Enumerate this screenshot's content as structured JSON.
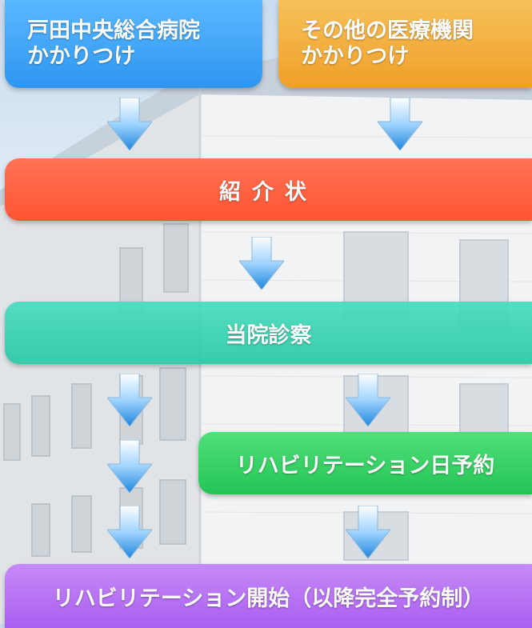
{
  "flow": {
    "toda": {
      "line1": "戸田中央総合病院",
      "line2": "かかりつけ",
      "color": "#2e96f0"
    },
    "other": {
      "line1": "その他の医療機関",
      "line2": "かかりつけ",
      "color": "#ef9f28"
    },
    "letter": {
      "label": "紹介状",
      "color": "#ff5433"
    },
    "exam": {
      "label": "当院診察",
      "color": "#28c8a5"
    },
    "booking": {
      "label": "リハビリテーション日予約",
      "color": "#25c455"
    },
    "start": {
      "label": "リハビリテーション開始（以降完全予約制）",
      "color": "#a95ff0"
    }
  },
  "arrow_icon": "down-arrow-icon",
  "arrow_color": "#2a8fe0"
}
